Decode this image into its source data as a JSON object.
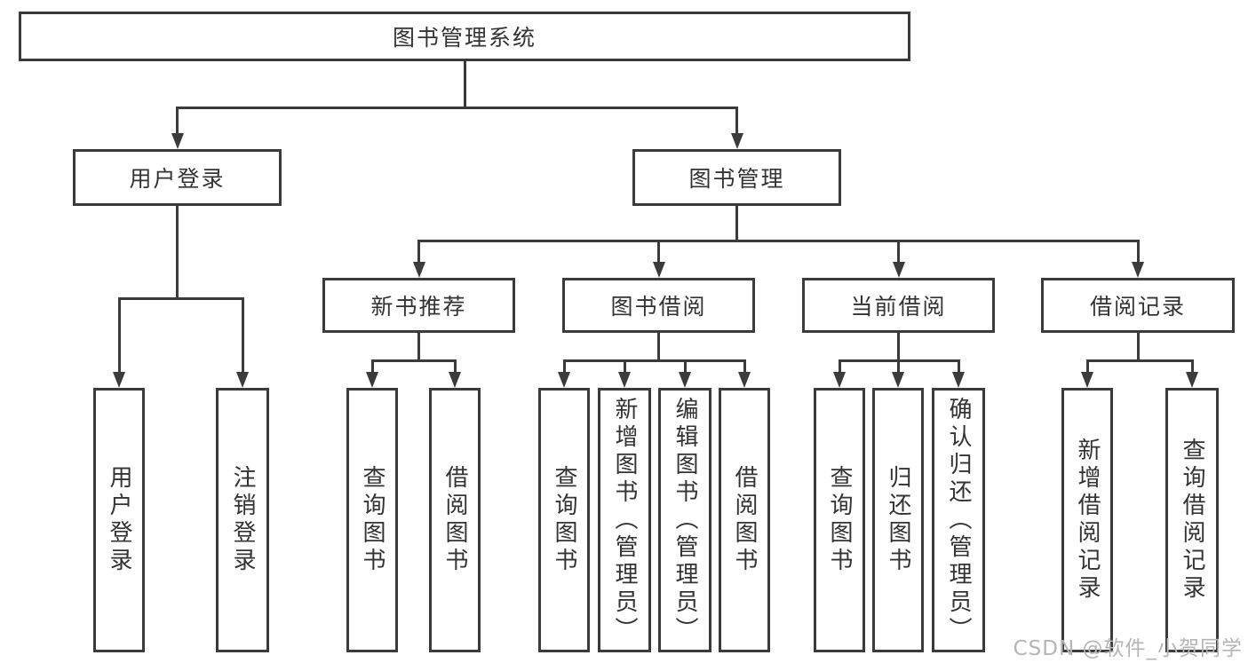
{
  "diagram": {
    "nodes": [
      {
        "id": "root",
        "label": "图书管理系统",
        "orient": "horizontal"
      },
      {
        "id": "user-login",
        "label": "用户登录",
        "orient": "horizontal"
      },
      {
        "id": "book-mgmt",
        "label": "图书管理",
        "orient": "horizontal"
      },
      {
        "id": "new-books",
        "label": "新书推荐",
        "orient": "horizontal"
      },
      {
        "id": "book-borrow",
        "label": "图书借阅",
        "orient": "horizontal"
      },
      {
        "id": "current-borrow",
        "label": "当前借阅",
        "orient": "horizontal"
      },
      {
        "id": "borrow-records",
        "label": "借阅记录",
        "orient": "horizontal"
      },
      {
        "id": "leaf-user-login",
        "label": "用户登录",
        "orient": "vertical"
      },
      {
        "id": "leaf-logout",
        "label": "注销登录",
        "orient": "vertical"
      },
      {
        "id": "leaf-new-query",
        "label": "查询图书",
        "orient": "vertical"
      },
      {
        "id": "leaf-new-borrow",
        "label": "借阅图书",
        "orient": "vertical"
      },
      {
        "id": "leaf-borrow-query",
        "label": "查询图书",
        "orient": "vertical"
      },
      {
        "id": "leaf-borrow-add",
        "label": "新增图书（管理员）",
        "orient": "vertical"
      },
      {
        "id": "leaf-borrow-edit",
        "label": "编辑图书（管理员）",
        "orient": "vertical"
      },
      {
        "id": "leaf-borrow-borrow",
        "label": "借阅图书",
        "orient": "vertical"
      },
      {
        "id": "leaf-cur-query",
        "label": "查询图书",
        "orient": "vertical"
      },
      {
        "id": "leaf-cur-return",
        "label": "归还图书",
        "orient": "vertical"
      },
      {
        "id": "leaf-cur-confirm",
        "label": "确认归还（管理员）",
        "orient": "vertical"
      },
      {
        "id": "leaf-rec-add",
        "label": "新增借阅记录",
        "orient": "vertical"
      },
      {
        "id": "leaf-rec-query",
        "label": "查询借阅记录",
        "orient": "vertical"
      }
    ],
    "edges": [
      {
        "from": "root",
        "to": [
          "user-login",
          "book-mgmt"
        ]
      },
      {
        "from": "user-login",
        "to": [
          "leaf-user-login",
          "leaf-logout"
        ]
      },
      {
        "from": "book-mgmt",
        "to": [
          "new-books",
          "book-borrow",
          "current-borrow",
          "borrow-records"
        ]
      },
      {
        "from": "new-books",
        "to": [
          "leaf-new-query",
          "leaf-new-borrow"
        ]
      },
      {
        "from": "book-borrow",
        "to": [
          "leaf-borrow-query",
          "leaf-borrow-add",
          "leaf-borrow-edit",
          "leaf-borrow-borrow"
        ]
      },
      {
        "from": "current-borrow",
        "to": [
          "leaf-cur-query",
          "leaf-cur-return",
          "leaf-cur-confirm"
        ]
      },
      {
        "from": "borrow-records",
        "to": [
          "leaf-rec-add",
          "leaf-rec-query"
        ]
      }
    ]
  },
  "watermark": {
    "text": "CSDN @软件_小贺同学"
  },
  "colors": {
    "line": "#3b3b3b",
    "text": "#333333",
    "background": "#ffffff",
    "watermark": "#b5b5b5"
  }
}
